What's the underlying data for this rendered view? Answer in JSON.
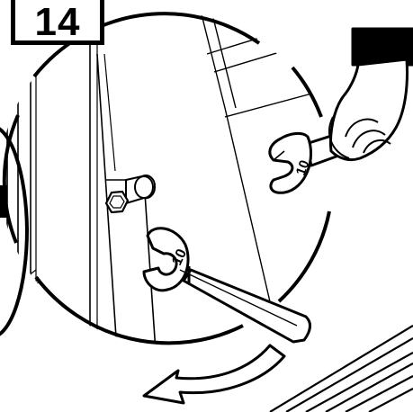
{
  "step": {
    "number": "14"
  },
  "wrench_top": {
    "size_label": "10"
  },
  "wrench_bottom": {
    "size_label": "10"
  },
  "colors": {
    "ink": "#000000",
    "paper": "#ffffff"
  },
  "icons": [
    "hand-icon",
    "open-end-wrench-icon",
    "hex-nut-icon",
    "rotation-arrow-icon"
  ]
}
